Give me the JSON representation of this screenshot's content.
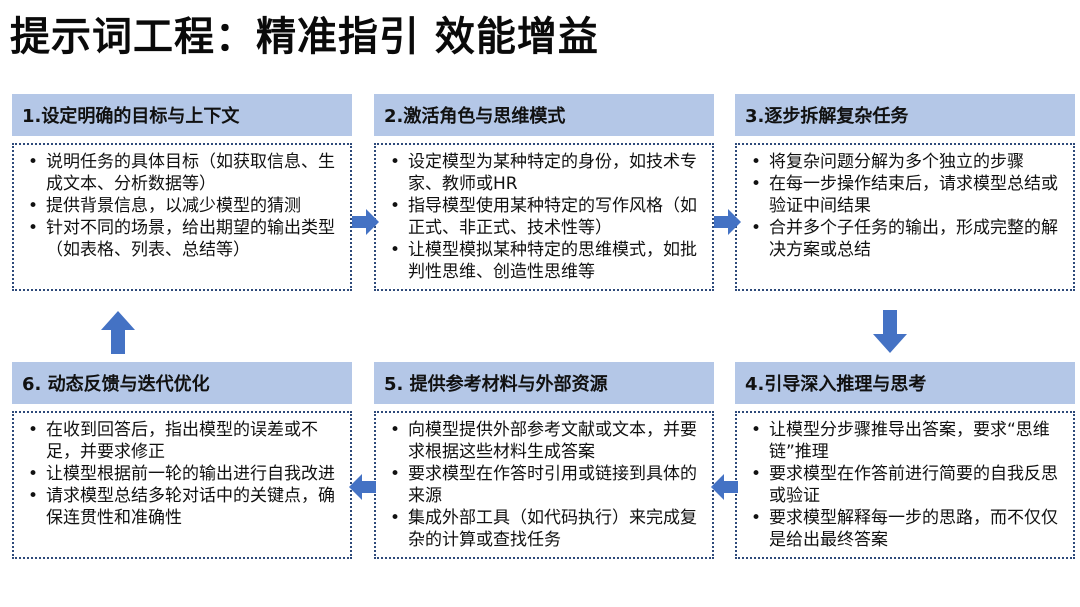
{
  "title": "提示词工程：精准指引 效能增益",
  "colors": {
    "header_bg": "#b4c7e7",
    "arrow": "#4472c4",
    "border": "#2e4a7a"
  },
  "boxes": [
    {
      "header": "1.设定明确的目标与上下文",
      "items": [
        "说明任务的具体目标（如获取信息、生成文本、分析数据等）",
        "提供背景信息，以减少模型的猜测",
        "针对不同的场景，给出期望的输出类型（如表格、列表、总结等）"
      ]
    },
    {
      "header": "2.激活角色与思维模式",
      "items": [
        "设定模型为某种特定的身份，如技术专家、教师或HR",
        "指导模型使用某种特定的写作风格（如正式、非正式、技术性等）",
        "让模型模拟某种特定的思维模式，如批判性思维、创造性思维等"
      ]
    },
    {
      "header": "3.逐步拆解复杂任务",
      "items": [
        "将复杂问题分解为多个独立的步骤",
        "在每一步操作结束后，请求模型总结或验证中间结果",
        "合并多个子任务的输出，形成完整的解决方案或总结"
      ]
    },
    {
      "header": "4.引导深入推理与思考",
      "items": [
        "让模型分步骤推导出答案，要求“思维链”推理",
        "要求模型在作答前进行简要的自我反思或验证",
        "要求模型解释每一步的思路，而不仅仅是给出最终答案"
      ]
    },
    {
      "header": "5. 提供参考材料与外部资源",
      "items": [
        "向模型提供外部参考文献或文本，并要求根据这些材料生成答案",
        "要求模型在作答时引用或链接到具体的来源",
        "集成外部工具（如代码执行）来完成复杂的计算或查找任务"
      ]
    },
    {
      "header": "6. 动态反馈与迭代优化",
      "items": [
        "在收到回答后，指出模型的误差或不足，并要求修正",
        "让模型根据前一轮的输出进行自我改进",
        "请求模型总结多轮对话中的关键点，确保连贯性和准确性"
      ]
    }
  ]
}
